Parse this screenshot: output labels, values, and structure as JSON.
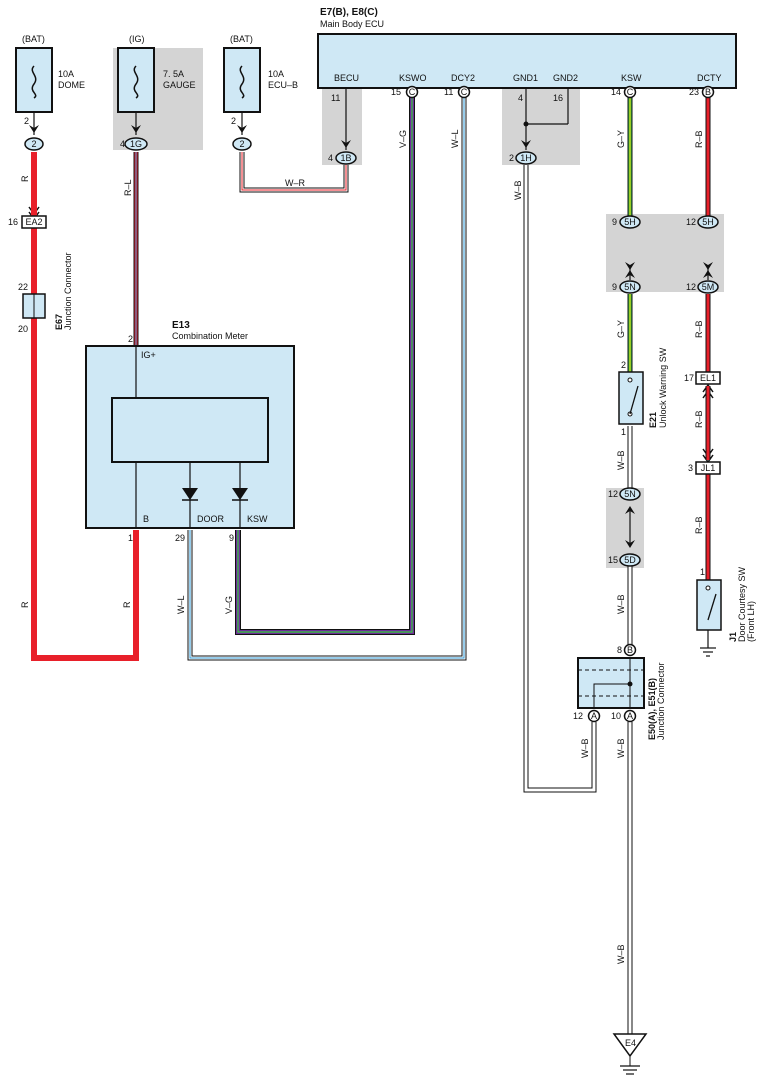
{
  "ecu": {
    "title": "E7(B), E8(C)",
    "subtitle": "Main Body ECU",
    "pins": {
      "becu": "BECU",
      "kswo": "KSWO",
      "dcy2": "DCY2",
      "gnd1": "GND1",
      "gnd2": "GND2",
      "ksw": "KSW",
      "dcty": "DCTY"
    }
  },
  "fuses": {
    "dome": {
      "source": "(BAT)",
      "rating": "10A",
      "name": "DOME"
    },
    "gauge": {
      "source": "(IG)",
      "rating": "7. 5A",
      "name": "GAUGE"
    },
    "ecub": {
      "source": "(BAT)",
      "rating": "10A",
      "name": "ECU–B"
    }
  },
  "meter": {
    "id": "E13",
    "name": "Combination Meter",
    "pins": {
      "ig": "IG+",
      "b": "B",
      "door": "DOOR",
      "ksw": "KSW"
    }
  },
  "components": {
    "e67": {
      "id": "E67",
      "name": "Junction Connector"
    },
    "e21": {
      "id": "E21",
      "name": "Unlock Warning SW"
    },
    "j1": {
      "id": "J1",
      "name": "Door Courtesy SW",
      "sub": "(Front LH)"
    },
    "e50": {
      "id": "E50(A), E51(B)",
      "name": "Junction Connector"
    },
    "e4": {
      "id": "E4"
    }
  },
  "connectors": {
    "c2a": "2",
    "c1g": "1G",
    "c2b": "2",
    "c1b": "1B",
    "cc1": "C",
    "cc2": "C",
    "c1h": "1H",
    "cc3": "C",
    "cb1": "B",
    "ea2": "EA2",
    "c5h1": "5H",
    "c5h2": "5H",
    "c5n1": "5N",
    "c5m": "5M",
    "el1": "EL1",
    "jl1": "JL1",
    "c5n2": "5N",
    "c5d": "5D",
    "cb2": "B",
    "ca1": "A",
    "ca2": "A"
  },
  "pin_numbers": {
    "p2a": "2",
    "p4": "4",
    "p2b": "2",
    "p11a": "11",
    "p4b": "4",
    "p15": "15",
    "p11b": "11",
    "p4c": "4",
    "p16": "16",
    "p2c": "2",
    "p14": "14",
    "p23": "23",
    "p16b": "16",
    "p22": "22",
    "p20": "20",
    "p2m": "2",
    "p1m": "1",
    "p29": "29",
    "p9m": "9",
    "p9a": "9",
    "p12a": "12",
    "p9b": "9",
    "p12b": "12",
    "p2s": "2",
    "p1s": "1",
    "p17": "17",
    "p3": "3",
    "p12c": "12",
    "p15b": "15",
    "p1j": "1",
    "p8": "8",
    "p12d": "12",
    "p10": "10"
  },
  "wires": {
    "r1": "R",
    "rl": "R–L",
    "wr": "W–R",
    "vg": "V–G",
    "wl": "W–L",
    "wb1": "W–B",
    "gy1": "G–Y",
    "rb1": "R–B",
    "gy2": "G–Y",
    "rb2": "R–B",
    "rb3": "R–B",
    "wb2": "W–B",
    "rb4": "R–B",
    "wb3": "W–B",
    "r2": "R",
    "r3": "R",
    "wl2": "W–L",
    "vg2": "V–G",
    "wb4": "W–B",
    "wb5": "W–B",
    "wb6": "W–B"
  },
  "colors": {
    "component_fill": "#cfe8f5",
    "splice_gray": "#d4d4d4",
    "red": "#e8202a",
    "green": "#3fb54a",
    "yellow": "#f2e600",
    "blue": "#2f9ad6",
    "violet": "#6f2f9a"
  }
}
